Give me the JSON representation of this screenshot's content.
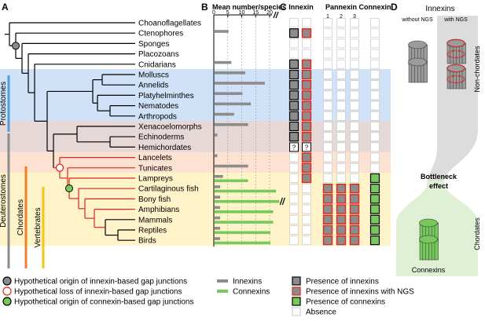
{
  "panels": {
    "a": "A",
    "b": "B",
    "c": "C",
    "d": "D"
  },
  "taxa": [
    "Choanoflagellates",
    "Ctenophores",
    "Sponges",
    "Placozoans",
    "Cnidarians",
    "Molluscs",
    "Annelids",
    "Platyhelminthes",
    "Nematodes",
    "Arthropods",
    "Xenacoelomorphs",
    "Echinoderms",
    "Hemichordates",
    "Lancelets",
    "Tunicates",
    "Lampreys",
    "Cartilaginous fish",
    "Bony fish",
    "Amphibians",
    "Mammals",
    "Reptiles",
    "Birds"
  ],
  "clades": {
    "protostomes": "Protostomes",
    "deuterostomes": "Deuterostomes",
    "chordates": "Chordates",
    "vertebrates": "Vertebrates"
  },
  "chart_data": {
    "type": "bar",
    "title": "Mean number/species",
    "categories": [
      "Choanoflagellates",
      "Ctenophores",
      "Sponges",
      "Placozoans",
      "Cnidarians",
      "Molluscs",
      "Annelids",
      "Platyhelminthes",
      "Nematodes",
      "Arthropods",
      "Xenacoelomorphs",
      "Echinoderms",
      "Hemichordates",
      "Lancelets",
      "Tunicates",
      "Lampreys",
      "Cartilaginous fish",
      "Bony fish",
      "Amphibians",
      "Mammals",
      "Reptiles",
      "Birds"
    ],
    "series": [
      {
        "name": "Innexins",
        "color": "#8c8c8c",
        "values": [
          0,
          5,
          0,
          0,
          6,
          11,
          18,
          10,
          13,
          7,
          12,
          1,
          0,
          1,
          12,
          3,
          2,
          2,
          2,
          2,
          2,
          2
        ]
      },
      {
        "name": "Connexins",
        "color": "#77c95e",
        "values": [
          0,
          0,
          0,
          0,
          0,
          0,
          0,
          0,
          0,
          0,
          0,
          0,
          0,
          0,
          0,
          12,
          22,
          35,
          21,
          21,
          20,
          20
        ]
      }
    ],
    "xticks": [
      "0",
      "5",
      "10",
      "15",
      "20"
    ],
    "xlim": [
      0,
      24
    ]
  },
  "panel_c": {
    "headers": {
      "innexin": "Innexin",
      "pannexin": "Pannexin",
      "connexin": "Connexin"
    },
    "pannexin_cols": [
      "1",
      "2",
      "3"
    ],
    "unknown_mark": "?",
    "rows": [
      {
        "inx": [
          "",
          ""
        ],
        "panx": [
          "",
          "",
          ""
        ],
        "cx": ""
      },
      {
        "inx": [
          "gray",
          "ngs"
        ],
        "panx": [
          "",
          "",
          ""
        ],
        "cx": ""
      },
      {
        "inx": [
          "",
          ""
        ],
        "panx": [
          "",
          "",
          ""
        ],
        "cx": ""
      },
      {
        "inx": [
          "",
          ""
        ],
        "panx": [
          "",
          "",
          ""
        ],
        "cx": ""
      },
      {
        "inx": [
          "gray",
          "ngs"
        ],
        "panx": [
          "",
          "",
          ""
        ],
        "cx": ""
      },
      {
        "inx": [
          "gray",
          "ngs"
        ],
        "panx": [
          "",
          "",
          ""
        ],
        "cx": ""
      },
      {
        "inx": [
          "gray",
          "ngs"
        ],
        "panx": [
          "",
          "",
          ""
        ],
        "cx": ""
      },
      {
        "inx": [
          "gray",
          "ngs"
        ],
        "panx": [
          "",
          "",
          ""
        ],
        "cx": ""
      },
      {
        "inx": [
          "gray",
          "ngs"
        ],
        "panx": [
          "",
          "",
          ""
        ],
        "cx": ""
      },
      {
        "inx": [
          "gray",
          "ngs"
        ],
        "panx": [
          "",
          "",
          ""
        ],
        "cx": ""
      },
      {
        "inx": [
          "gray",
          "ngs"
        ],
        "panx": [
          "",
          "",
          ""
        ],
        "cx": ""
      },
      {
        "inx": [
          "gray",
          "ngs"
        ],
        "panx": [
          "",
          "",
          ""
        ],
        "cx": ""
      },
      {
        "inx": [
          "q",
          "q"
        ],
        "panx": [
          "",
          "",
          ""
        ],
        "cx": ""
      },
      {
        "inx": [
          "",
          "ngs"
        ],
        "panx": [
          "",
          "",
          ""
        ],
        "cx": ""
      },
      {
        "inx": [
          "",
          "ngs"
        ],
        "panx": [
          "",
          "",
          ""
        ],
        "cx": ""
      },
      {
        "inx": [
          "",
          "ngs"
        ],
        "panx": [
          "",
          "",
          ""
        ],
        "cx": "green"
      },
      {
        "inx": [
          "",
          ""
        ],
        "panx": [
          "ngs",
          "ngs",
          "ngs"
        ],
        "cx": "green"
      },
      {
        "inx": [
          "",
          ""
        ],
        "panx": [
          "ngs",
          "ngs",
          "ngs"
        ],
        "cx": "green"
      },
      {
        "inx": [
          "",
          ""
        ],
        "panx": [
          "ngs",
          "ngs",
          "ngs"
        ],
        "cx": "green"
      },
      {
        "inx": [
          "",
          ""
        ],
        "panx": [
          "ngs",
          "ngs",
          "ngs"
        ],
        "cx": "green"
      },
      {
        "inx": [
          "",
          ""
        ],
        "panx": [
          "ngs",
          "ngs",
          "ngs"
        ],
        "cx": "green"
      },
      {
        "inx": [
          "",
          ""
        ],
        "panx": [
          "ngs",
          "ngs",
          "ngs"
        ],
        "cx": "green"
      }
    ]
  },
  "legend_a": [
    "Hypothetical origin of innexin-based gap junctions",
    "Hypothetical loss of innexin-based gap junctions",
    "Hypothetical origin of connexin-based gap junctions"
  ],
  "legend_b": [
    "Innexins",
    "Connexins"
  ],
  "legend_c": [
    "Presence of innexins",
    "Presence of innexins with NGS",
    "Presence of connexins",
    "Absence"
  ],
  "panel_d": {
    "title": "Innexins",
    "without_ngs": "without NGS",
    "with_ngs": "with NGS",
    "bottleneck_line1": "Bottleneck",
    "bottleneck_line2": "effect",
    "non_chordates": "Non-chordates",
    "chordates": "Chordates",
    "connexins": "Connexins"
  },
  "colors": {
    "protostome_band": "#cfe2f8",
    "deuterostome_band": "#e6d8d6",
    "lancelet_band": "#fde2d2",
    "vertebrate_band": "#fff3c9",
    "chordate_tree": "#e1261c",
    "innexin": "#8c8c8c",
    "connexin": "#77c95e",
    "ngs_border": "#e1261c",
    "protostomes_bracket": "#4f9fe0",
    "chordates_bracket": "#f07d2a",
    "vertebrates_bracket": "#f5c518",
    "deuterostomes_bracket": "#8c8c8c"
  }
}
